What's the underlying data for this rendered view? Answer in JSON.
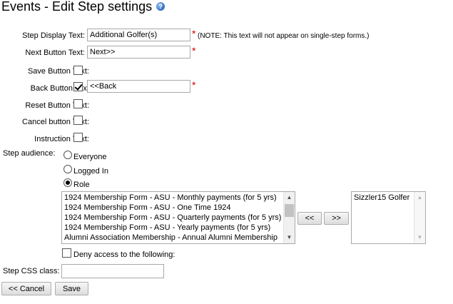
{
  "page": {
    "title": "Events - Edit Step settings",
    "help_icon": "help-icon"
  },
  "form": {
    "step_display_text": {
      "label": "Step Display Text:",
      "value": "Additional Golfer(s)",
      "required_mark": "*",
      "note": "(NOTE: This text will not appear on single-step forms.)"
    },
    "next_button_text": {
      "label": "Next Button Text:",
      "value": "Next>>",
      "required_mark": "*"
    },
    "save_button_text": {
      "label": "Save Button Text:",
      "checked": false
    },
    "back_button_text": {
      "label": "Back Button Text",
      "checked": true,
      "value": "<<Back",
      "required_mark": "*"
    },
    "reset_button_text": {
      "label": "Reset Button Text:",
      "checked": false
    },
    "cancel_button_text": {
      "label": "Cancel button Text:",
      "checked": false
    },
    "instruction_text": {
      "label": "Instruction Text:",
      "checked": false
    },
    "step_audience": {
      "label": "Step audience:",
      "options": [
        {
          "label": "Everyone",
          "selected": false
        },
        {
          "label": "Logged In",
          "selected": false
        },
        {
          "label": "Role",
          "selected": true
        }
      ]
    },
    "roles_available": [
      "1924 Membership Form - ASU - Monthly payments (for 5 yrs)",
      "1924 Membership Form - ASU - One Time 1924",
      "1924 Membership Form - ASU - Quarterly payments (for 5 yrs)",
      "1924 Membership Form - ASU - Yearly payments (for 5 yrs)",
      "Alumni Association Membership - Annual Alumni Membership"
    ],
    "roles_selected": [
      "Sizzler15 Golfer"
    ],
    "move_left_label": "<<",
    "move_right_label": ">>",
    "deny_access": {
      "label": "Deny access to the following:",
      "checked": false
    },
    "step_css_class": {
      "label": "Step CSS class:",
      "value": ""
    }
  },
  "actions": {
    "cancel_label": "<< Cancel",
    "save_label": "Save"
  }
}
